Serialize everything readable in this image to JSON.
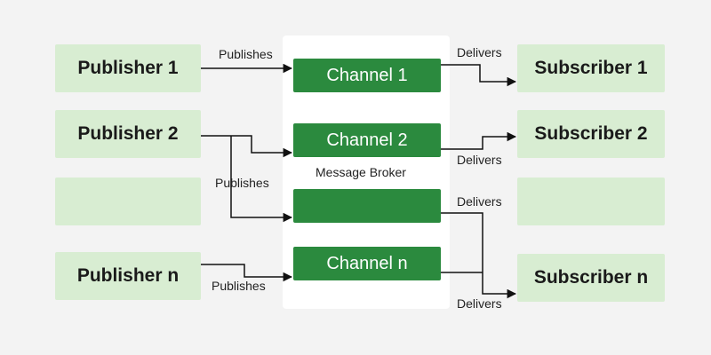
{
  "publishers": [
    {
      "label": "Publisher 1"
    },
    {
      "label": "Publisher 2"
    },
    {
      "label": ""
    },
    {
      "label": "Publisher n"
    }
  ],
  "channels": [
    {
      "label": "Channel 1"
    },
    {
      "label": "Channel 2"
    },
    {
      "label": ""
    },
    {
      "label": "Channel n"
    }
  ],
  "subscribers": [
    {
      "label": "Subscriber 1"
    },
    {
      "label": "Subscriber 2"
    },
    {
      "label": ""
    },
    {
      "label": "Subscriber n"
    }
  ],
  "broker": {
    "label": "Message Broker"
  },
  "edge_labels": {
    "publishes_1": "Publishes",
    "publishes_2": "Publishes",
    "publishes_n": "Publishes",
    "delivers_1": "Delivers",
    "delivers_2": "Delivers",
    "delivers_3": "Delivers",
    "delivers_n": "Delivers"
  },
  "colors": {
    "background": "#f3f3f3",
    "light_box": "#d8edd2",
    "channel_box": "#2b8a3e",
    "broker_panel": "#ffffff",
    "line": "#111111"
  }
}
